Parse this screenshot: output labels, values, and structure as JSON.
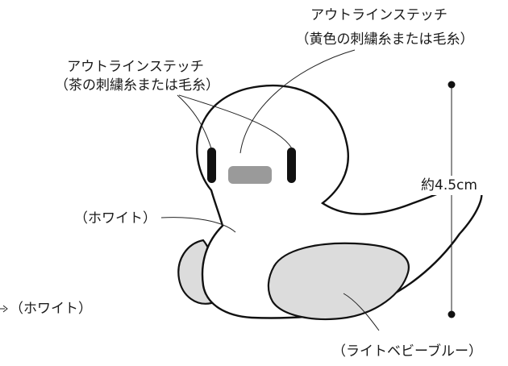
{
  "labels": {
    "top_stitch_line1": "アウトラインステッチ",
    "top_stitch_line2": "（黄色の刺繍糸または毛糸）",
    "eye_stitch_line1": "アウトラインステッチ",
    "eye_stitch_line2": "（茶の刺繍糸または毛糸）",
    "body_white": "（ホワイト）",
    "tail_white": "（ホワイト）",
    "wing_color": "（ライトベビーブルー）",
    "size": "約4.5cm"
  },
  "colors": {
    "body_fill": "#ffffff",
    "outline": "#111111",
    "wing_fill": "#dcdcdc",
    "beak_fill": "#9a9a9a",
    "eye_fill": "#111111"
  }
}
